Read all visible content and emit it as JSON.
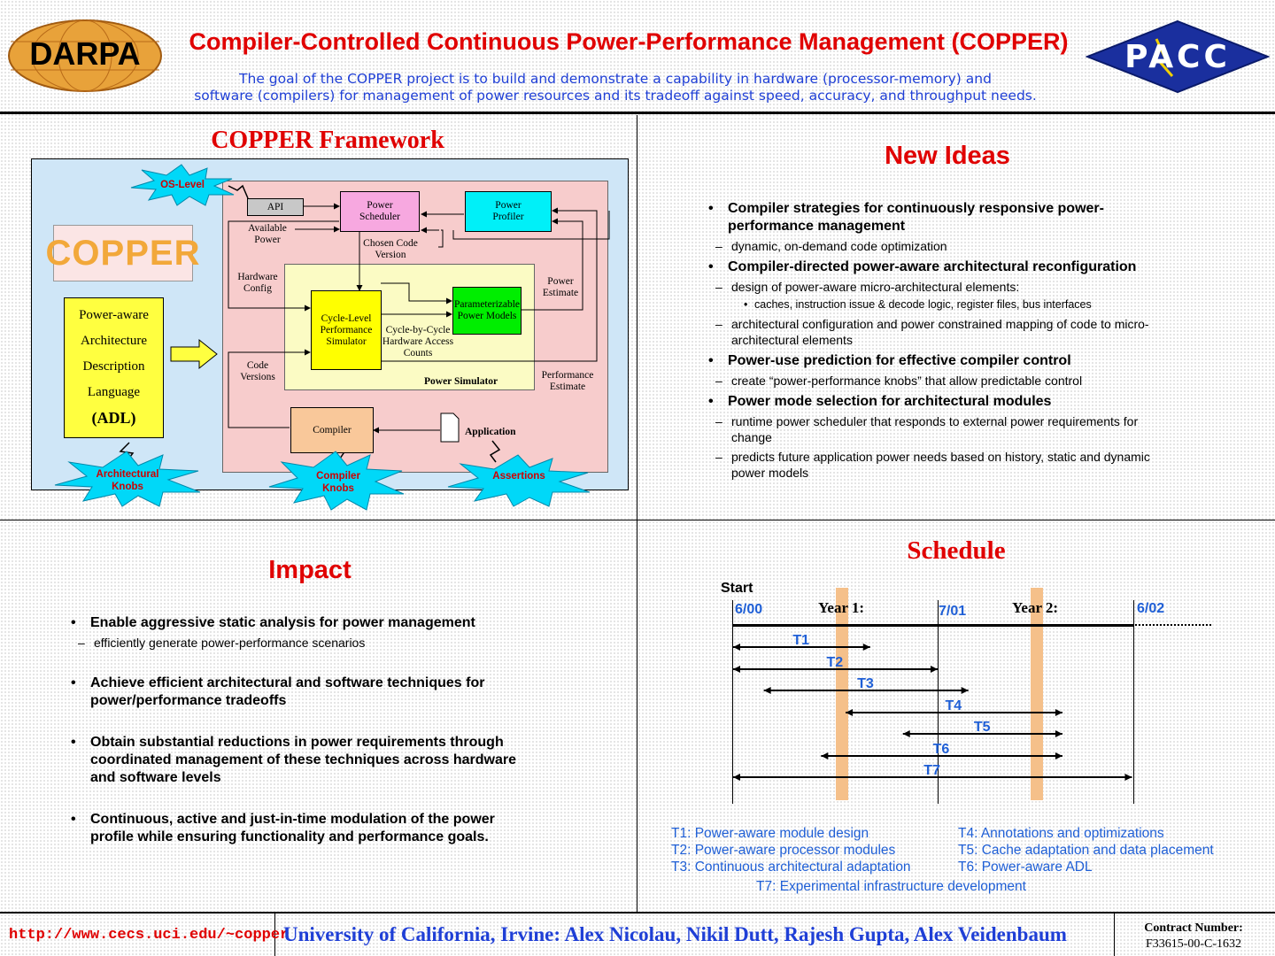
{
  "header": {
    "darpa_logo": "DARPA",
    "title": "Compiler-Controlled Continuous Power-Performance Management (COPPER)",
    "goal_line1": "The goal of the COPPER project is to build and demonstrate a capability in hardware (processor-memory) and",
    "goal_line2": "software (compilers) for management of power resources and its tradeoff against speed, accuracy, and throughput needs.",
    "pacc_logo": "PACC"
  },
  "framework": {
    "title": "COPPER Framework",
    "copper_logo": "COPPER",
    "adl_lines": [
      "Power-aware",
      "Architecture",
      "Description",
      "Language",
      "(ADL)"
    ],
    "bursts": {
      "os_level": "OS-Level",
      "arch_knobs": "Architectural Knobs",
      "compiler_knobs": "Compiler Knobs",
      "assertions": "Assertions"
    },
    "boxes": {
      "api": "API",
      "power_scheduler": "Power Scheduler",
      "power_profiler": "Power Profiler",
      "cycle_sim": "Cycle-Level Performance Simulator",
      "power_models": "Parameterizable Power Models",
      "compiler": "Compiler",
      "application": "Application",
      "power_simulator": "Power Simulator"
    },
    "labels": {
      "available_power": "Available Power",
      "chosen_code": "Chosen Code Version",
      "hardware_config": "Hardware Config",
      "power_estimate": "Power Estimate",
      "cycle_counts": "Cycle-by-Cycle Hardware Access Counts",
      "code_versions": "Code Versions",
      "perf_estimate": "Performance Estimate"
    }
  },
  "new_ideas": {
    "title": "New Ideas",
    "items": [
      {
        "text": "Compiler strategies for continuously responsive power-performance management",
        "sub": [
          {
            "text": "dynamic, on-demand code optimization",
            "sub": []
          }
        ]
      },
      {
        "text": "Compiler-directed power-aware architectural reconfiguration",
        "sub": [
          {
            "text": "design of power-aware micro-architectural elements:",
            "sub": [
              "caches, instruction issue & decode logic, register files, bus interfaces"
            ]
          },
          {
            "text": "architectural configuration and power constrained mapping of code to micro-architectural elements",
            "sub": []
          }
        ]
      },
      {
        "text": "Power-use prediction for effective compiler control",
        "sub": [
          {
            "text": "create “power-performance knobs” that allow predictable control",
            "sub": []
          }
        ]
      },
      {
        "text": "Power mode selection for architectural modules",
        "sub": [
          {
            "text": "runtime power scheduler that responds to external power requirements for change",
            "sub": []
          },
          {
            "text": "predicts future application power needs based on history, static and dynamic power models",
            "sub": []
          }
        ]
      }
    ]
  },
  "impact": {
    "title": "Impact",
    "items": [
      {
        "text": "Enable aggressive static analysis for power management",
        "sub": [
          "efficiently generate power-performance scenarios"
        ]
      },
      {
        "text": "Achieve efficient architectural and software techniques  for power/performance tradeoffs",
        "sub": []
      },
      {
        "text": "Obtain substantial reductions in power requirements  through coordinated management of these techniques across hardware and software levels",
        "sub": []
      },
      {
        "text": "Continuous, active and just-in-time modulation of the power profile while ensuring functionality and performance goals.",
        "sub": []
      }
    ]
  },
  "schedule": {
    "title": "Schedule",
    "start_label": "Start",
    "year1": "Year 1:",
    "year2": "Year 2:",
    "date_start": "6/00",
    "date_mid": "7/01",
    "date_end": "6/02",
    "tasks": [
      {
        "id": "T1",
        "start": 0.0,
        "end": 0.67
      },
      {
        "id": "T2",
        "start": 0.0,
        "end": 1.0
      },
      {
        "id": "T3",
        "start": 0.15,
        "end": 1.15
      },
      {
        "id": "T4",
        "start": 0.55,
        "end": 1.61
      },
      {
        "id": "T5",
        "start": 0.83,
        "end": 1.61
      },
      {
        "id": "T6",
        "start": 0.43,
        "end": 1.61
      },
      {
        "id": "T7",
        "start": 0.0,
        "end": 1.95
      }
    ],
    "legend": {
      "t1": "T1: Power-aware module design",
      "t2": "T2: Power-aware processor modules",
      "t3": "T3: Continuous architectural adaptation",
      "t4": "T4: Annotations and optimizations",
      "t5": "T5: Cache adaptation and data placement",
      "t6": "T6: Power-aware ADL",
      "t7": "T7: Experimental infrastructure development"
    },
    "colors": {
      "task_label": "#1f5fd6",
      "highlight": "#f5c08a"
    }
  },
  "footer": {
    "url": "http://www.cecs.uci.edu/~copper",
    "university": "University of California, Irvine: Alex Nicolau, Nikil Dutt, Rajesh Gupta, Alex Veidenbaum",
    "contract_label": "Contract Number:",
    "contract_number": "F33615-00-C-1632"
  }
}
